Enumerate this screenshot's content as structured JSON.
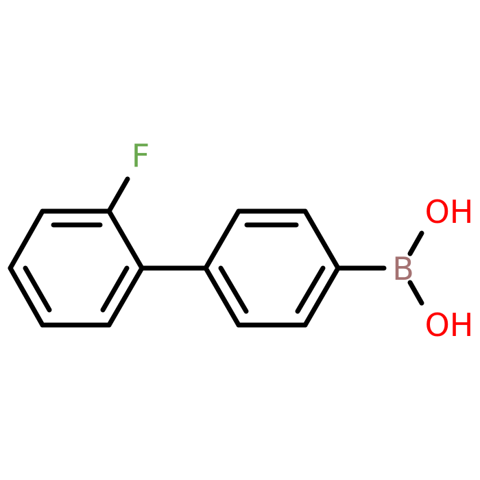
{
  "molecule": {
    "atoms": [
      {
        "id": "F",
        "label": "F",
        "color": "#6aa84f"
      },
      {
        "id": "B",
        "label": "B",
        "color": "#a47272"
      },
      {
        "id": "O1",
        "label": "OH",
        "color": "#ff0000"
      },
      {
        "id": "O2",
        "label": "OH",
        "color": "#ff0000"
      }
    ],
    "bond_color": "#000000"
  }
}
